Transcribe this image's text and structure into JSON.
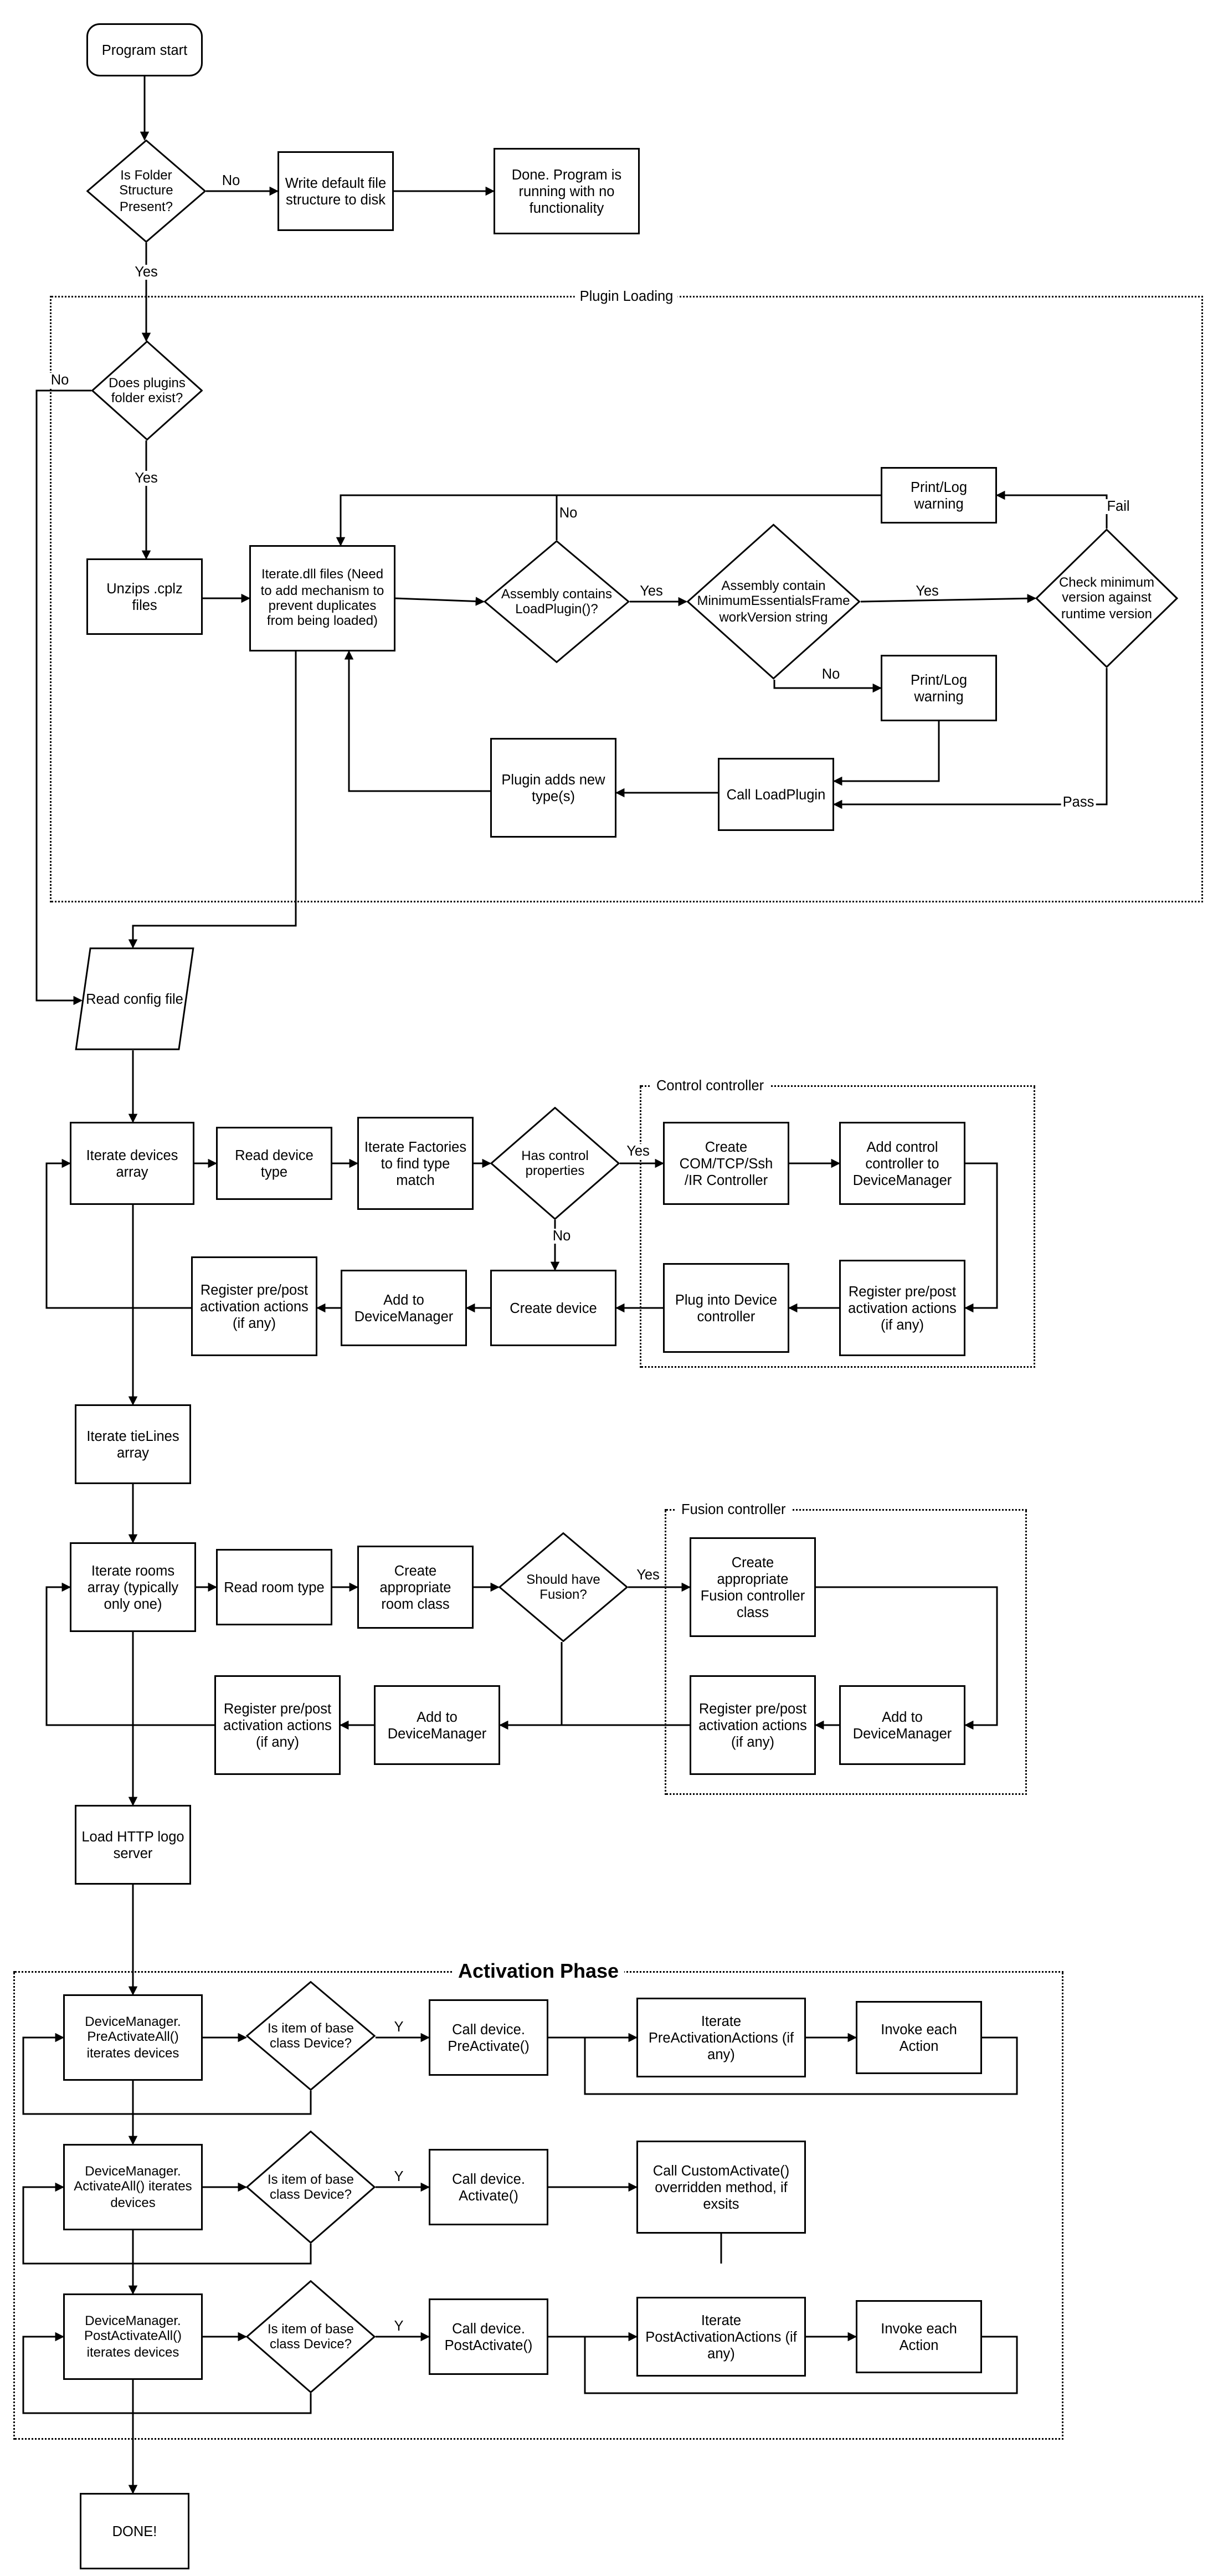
{
  "diagram": {
    "colors": {
      "stroke": "#000000",
      "background": "#ffffff"
    },
    "containers": {
      "plugin_loading": "Plugin Loading",
      "control_controller": "Control controller",
      "fusion_controller": "Fusion controller",
      "activation_phase": "Activation Phase"
    },
    "nodes": {
      "program_start": "Program start",
      "is_folder": "Is Folder Structure Present?",
      "write_default": "Write default file structure to disk",
      "done_no_functionality": "Done.  Program is running with no functionality",
      "does_plugins_exist": "Does plugins folder exist?",
      "unzips_cplz": "Unzips .cplz files",
      "iterate_dll": "Iterate.dll files (Need to add mechanism to prevent duplicates from being loaded)",
      "assembly_contains_loadplugin": "Assembly contains LoadPlugin()?",
      "assembly_contains_minimum": "Assembly contain MinimumEssentialsFrameworkVersion string",
      "check_minimum_version": "Check minimum version against runtime version",
      "print_log_warning_fail": "Print/Log warning",
      "print_log_warning_no": "Print/Log warning",
      "call_loadplugin": "Call LoadPlugin",
      "plugin_adds_types": "Plugin adds new type(s)",
      "read_config_file": "Read config file",
      "iterate_devices": "Iterate devices array",
      "read_device_type": "Read device type",
      "iterate_factories": "Iterate Factories to find type match",
      "has_control_properties": "Has control properties",
      "create_com_controller": "Create COM/TCP/Ssh /IR Controller",
      "add_control_controller": "Add control controller to DeviceManager",
      "register_prepost_control": "Register pre/post activation actions (if any)",
      "plug_into_device_controller": "Plug into Device controller",
      "create_device": "Create device",
      "add_to_devicemanager_1": "Add to DeviceManager",
      "register_prepost_1": "Register pre/post activation actions (if any)",
      "iterate_tielines": "Iterate tieLines array",
      "iterate_rooms": "Iterate rooms array (typically only one)",
      "read_room_type": "Read room type",
      "create_room_class": "Create appropriate room class",
      "should_have_fusion": "Should have Fusion?",
      "create_fusion_controller": "Create appropriate Fusion controller class",
      "register_prepost_fusion": "Register pre/post activation actions (if any)",
      "add_to_devicemanager_fusion": "Add to DeviceManager",
      "add_to_devicemanager_2": "Add to DeviceManager",
      "register_prepost_2": "Register pre/post activation actions (if any)",
      "load_http_logo": "Load HTTP logo server",
      "dm_preactivateall": "DeviceManager. PreActivateAll() iterates devices",
      "is_item_base_1": "Is item of base class Device?",
      "call_preactivate": "Call device. PreActivate()",
      "iterate_preactivation": "Iterate PreActivationActions (if any)",
      "invoke_each_action_1": "Invoke each Action",
      "dm_activateall": "DeviceManager. ActivateAll() iterates devices",
      "is_item_base_2": "Is item of base class Device?",
      "call_activate": "Call device. Activate()",
      "call_customactivate": "Call CustomActivate() overridden method, if exsits",
      "dm_postactivateall": "DeviceManager. PostActivateAll() iterates devices",
      "is_item_base_3": "Is item of base class Device?",
      "call_postactivate": "Call device. PostActivate()",
      "iterate_postactivation": "Iterate PostActivationActions (if any)",
      "invoke_each_action_2": "Invoke each Action",
      "done": "DONE!"
    },
    "edge_labels": {
      "yes": "Yes",
      "no": "No",
      "y": "Y",
      "fail": "Fail",
      "pass": "Pass"
    }
  }
}
